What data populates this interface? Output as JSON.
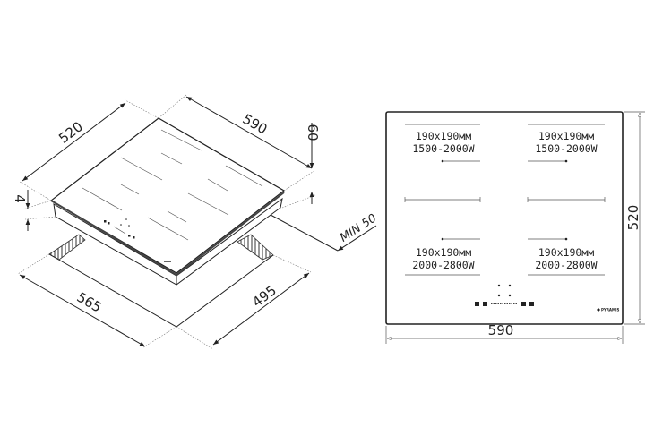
{
  "iso_view": {
    "depth": "520",
    "width": "590",
    "height": "60",
    "glass_thickness": "4",
    "min_clearance": "MIN 50",
    "cutout_width": "565",
    "cutout_depth": "495"
  },
  "top_view": {
    "width": "590",
    "depth": "520",
    "zones": [
      {
        "size": "190x190мм",
        "power": "1500-2000W"
      },
      {
        "size": "190x190мм",
        "power": "1500-2000W"
      },
      {
        "size": "190x190мм",
        "power": "2000-2800W"
      },
      {
        "size": "190x190мм",
        "power": "2000-2800W"
      }
    ],
    "brand": "PYRAMIS"
  }
}
